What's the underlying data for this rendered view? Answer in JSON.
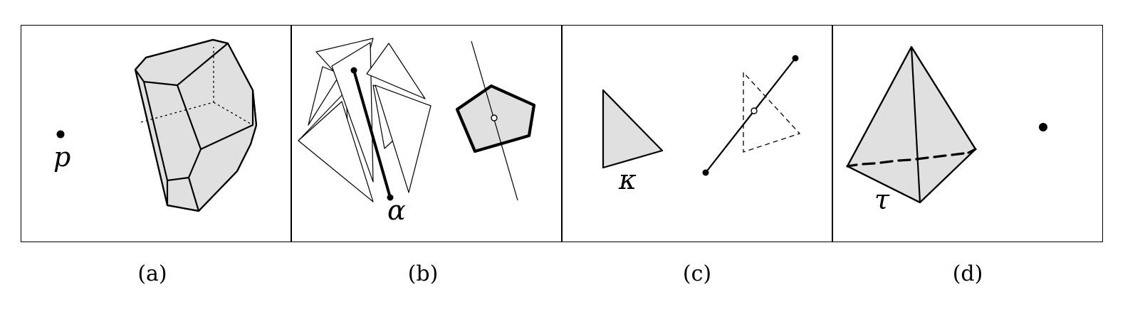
{
  "panels": [
    {
      "caption": "(a)",
      "label": "p"
    },
    {
      "caption": "(b)",
      "label": "α"
    },
    {
      "caption": "(c)",
      "label": "κ"
    },
    {
      "caption": "(d)",
      "label": "τ"
    }
  ],
  "colors": {
    "stroke": "#000000",
    "face_fill": "#e0e0e0",
    "background": "#ffffff"
  }
}
